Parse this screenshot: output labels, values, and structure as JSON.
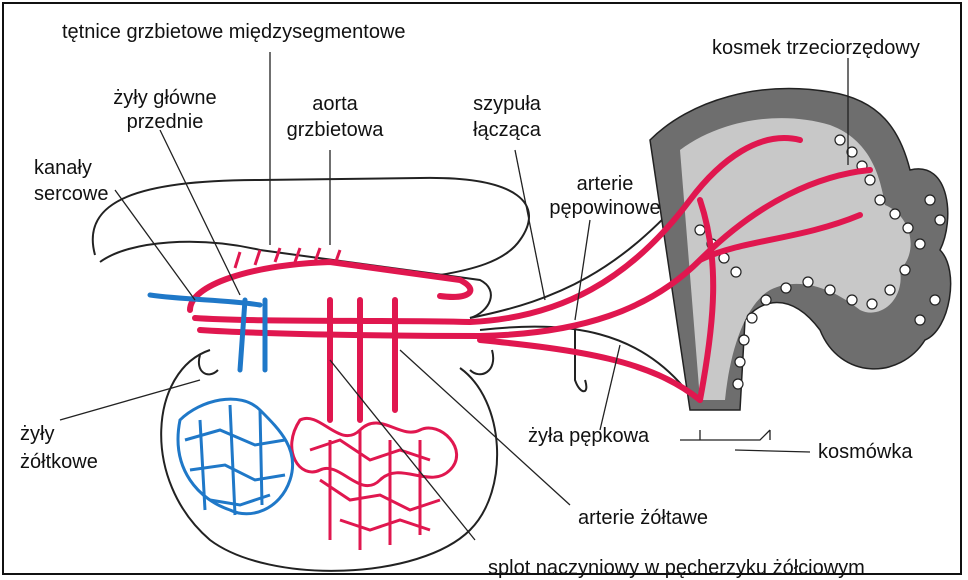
{
  "labels": {
    "dorsal_intersegmental_arteries": "tętnice grzbietowe międzysegmentowe",
    "anterior_cardinal_veins_1": "żyły główne",
    "anterior_cardinal_veins_2": "przednie",
    "dorsal_aorta_1": "aorta",
    "dorsal_aorta_2": "grzbietowa",
    "connecting_stalk_1": "szypuła",
    "connecting_stalk_2": "łącząca",
    "tertiary_villus": "kosmek trzeciorzędowy",
    "heart_tubes_1": "kanały",
    "heart_tubes_2": "sercowe",
    "umbilical_arteries_1": "arterie",
    "umbilical_arteries_2": "pępowinowe",
    "vitelline_veins_1": "żyły",
    "vitelline_veins_2": "żółtkowe",
    "umbilical_vein": "żyła pępkowa",
    "chorion": "kosmówka",
    "vitelline_arteries": "arterie żółtawe",
    "yolk_sac_plexus": "splot naczyniowy w pęcherzyku żółciowym"
  },
  "colors": {
    "artery": "#e0174f",
    "vein": "#1f78c8",
    "chorion_dark": "#6e6e6e",
    "chorion_light": "#c8c8c8",
    "outline": "#222222"
  }
}
